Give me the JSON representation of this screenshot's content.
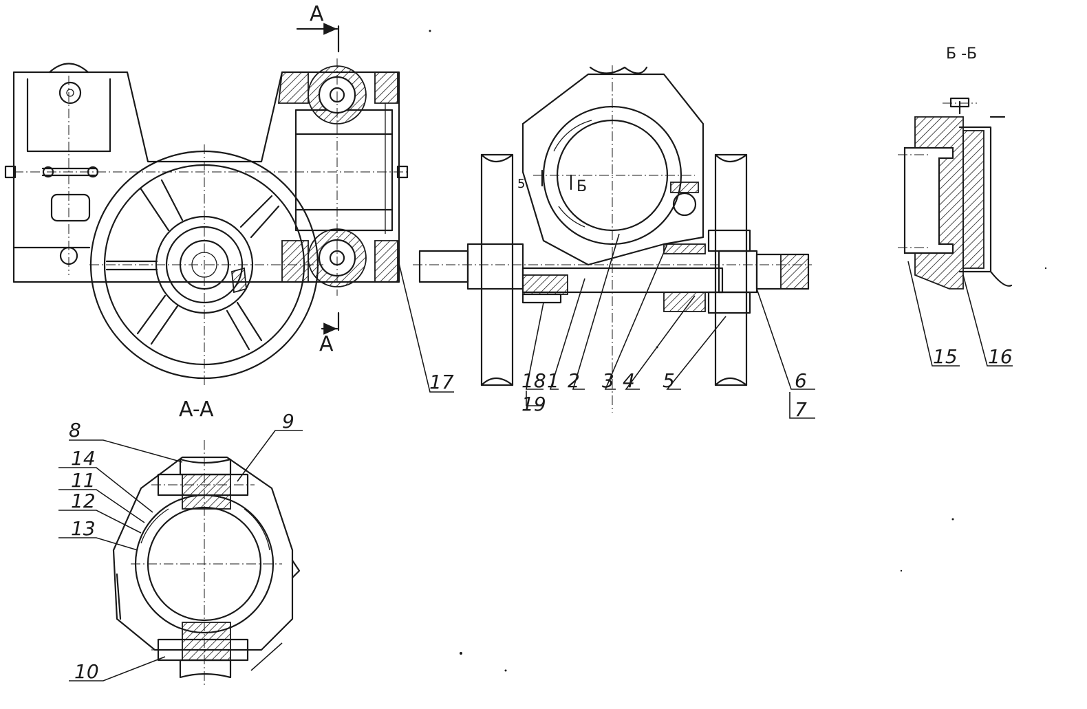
{
  "section_labels": {
    "cut_a_top": "A",
    "cut_a_bottom": "A",
    "section_aa": "A-A",
    "section_bb": "Б -Б",
    "cut_b_mark": "Б",
    "cut_b_num": "5"
  },
  "callouts": [
    {
      "id": "1",
      "text": "1"
    },
    {
      "id": "2",
      "text": "2"
    },
    {
      "id": "3",
      "text": "3"
    },
    {
      "id": "4",
      "text": "4"
    },
    {
      "id": "5",
      "text": "5"
    },
    {
      "id": "6",
      "text": "6"
    },
    {
      "id": "7",
      "text": "7"
    },
    {
      "id": "8",
      "text": "8"
    },
    {
      "id": "9",
      "text": "9"
    },
    {
      "id": "10",
      "text": "10"
    },
    {
      "id": "11",
      "text": "11"
    },
    {
      "id": "12",
      "text": "12"
    },
    {
      "id": "13",
      "text": "13"
    },
    {
      "id": "14",
      "text": "14"
    },
    {
      "id": "15",
      "text": "15"
    },
    {
      "id": "16",
      "text": "16"
    },
    {
      "id": "17",
      "text": "17"
    },
    {
      "id": "18",
      "text": "18"
    },
    {
      "id": "19",
      "text": "19"
    }
  ]
}
